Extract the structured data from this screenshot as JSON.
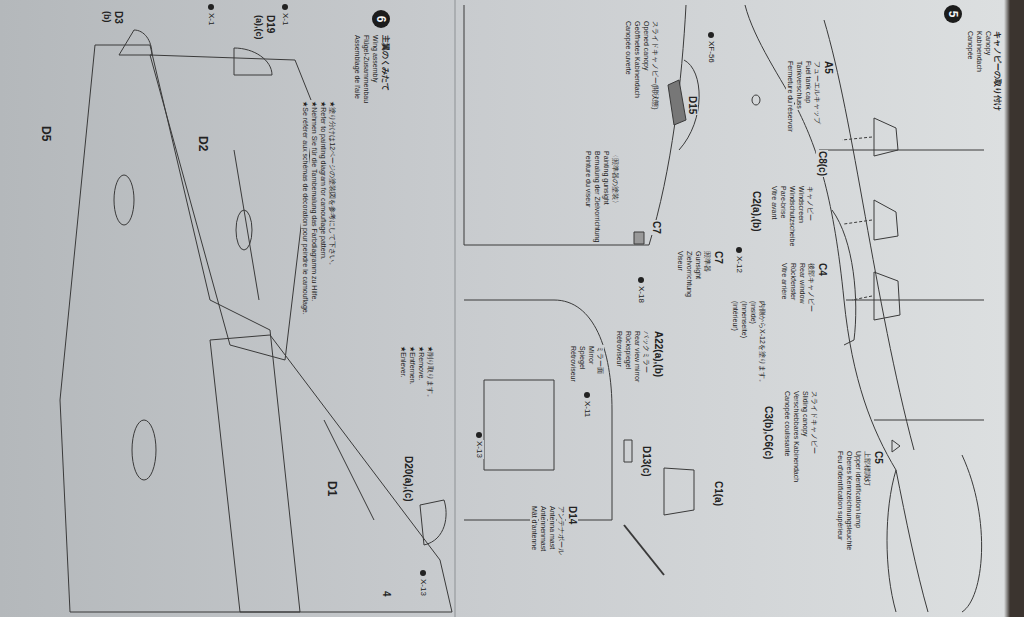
{
  "diagram": {
    "nodes": [
      {
        "text": [
          "5"
        ]
      },
      {
        "text": [
          "6"
        ]
      }
    ],
    "labels": [
      "キャノピーの取り付け",
      "Canopy",
      "Kabinendach",
      "Canopée",
      "A5",
      "フューエルキャップ",
      "Fuel tank cap",
      "Tankverschluss",
      "Fermeture du réservoir",
      "C8(c)",
      "キャノピー",
      "Windscreen",
      "Windschutzscheibe",
      "Pare-brise",
      "Vitre avant",
      "C2(a),(b)",
      "C4",
      "後部キャノピー",
      "Rear window",
      "Rückfenster",
      "Vitre arrière",
      "内側からX-12を塗ります。",
      "(inside)",
      "(Innenseite)",
      "(intérieur)",
      "X-12",
      "C7",
      "照準器",
      "Gunsight",
      "Zielvorrichtung",
      "Viseur",
      "スライドキャノピー",
      "Sliding canopy",
      "Verschiebbares Kabinendach",
      "Canopée coulissante",
      "C3(b),C6(c)",
      "C5",
      "上部標識灯",
      "Upper identification lamp",
      "Oberes Kennzeichnungsleuchte",
      "Feu d'identification supérieur",
      "C1(a)",
      "XF-56",
      "D15",
      "スライドキャノピー(開状態)",
      "Opened canopy",
      "Geöffnetes Kabinendach",
      "Canopée ouverte",
      "〈照準器の塗装〉",
      "Painting gunsight",
      "Bemalung der Zielvorrichtung",
      "Peinture du viseur",
      "C7",
      "X-18",
      "A22(a),(b)",
      "バックミラー",
      "Rear view mirror",
      "Rückspiegel",
      "Rétroviseur",
      "D13(c)",
      "ミラー面",
      "Mirror",
      "Spiegel",
      "Rétroviseur",
      "X-11",
      "D14",
      "アンテナポール",
      "Antenna mast",
      "Antennenmast",
      "Mât d'antenne",
      "X-13",
      "D20(a),(c)",
      "X-13",
      "★削り取ります。",
      "★Remove.",
      "★Entfernen.",
      "★Enlever.",
      "主翼のくみたて",
      "Wing assembly",
      "Flügel-Zusammenbau",
      "Assemblage de l'aile",
      "★塗り分けは12ページの塗装図を参考にして下さい。",
      "★Refer to painting diagram for camouflage pattern.",
      "★Nehmen Sie für die Tarnbemalung das Farbdiagramm zu Hilfe.",
      "★Se référer aux schémas de décoration pour peindre le camouflage.",
      "D19",
      "(a),(c)",
      "X-1",
      "X-1",
      "D2",
      "D3",
      "(b)",
      "D5",
      "D1",
      "4"
    ]
  }
}
